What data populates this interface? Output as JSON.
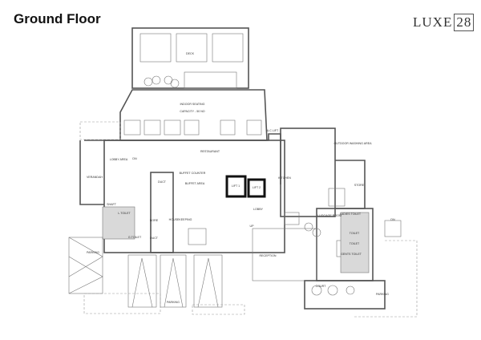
{
  "header": {
    "title": "Ground Floor",
    "logo_text": "LUXE",
    "logo_number": "28"
  },
  "rooms": {
    "deck": "DECK",
    "indoor_seating": "INDOOR SEATING",
    "capacity": "CAPACITY - 50 NO",
    "restaurant": "RESTAURANT",
    "lobby_area": "LOBBY AREA",
    "verandah": "VERANDAH",
    "buffet_area": "BUFFET AREA",
    "buffet_counter": "BUFFET COUNTER",
    "lift1": "LIFT 1",
    "lift2": "LIFT 2",
    "lobby": "LOBBY",
    "kitchen": "KITCHEN",
    "outdoor_washing": "OUTDOOR WASHING AREA",
    "store": "STORE",
    "luggage": "LUGGAGE ROOM",
    "ladies_toilet": "LADIES TOILET",
    "gents_toilet": "GENTS TOILET",
    "toilet1": "TOILET",
    "toilet2": "TOILET",
    "court": "COURT",
    "reception": "RECEPTION",
    "housekeeping": "HOUSEKEEPING",
    "duct1": "DUCT",
    "duct2": "DUCT",
    "bore": "BORE",
    "l_toilet": "L.TOILET",
    "g_toilet": "G.TOILET",
    "shaft": "SHAFT",
    "ac_lift": "A.C LIFT",
    "parking1": "PARKING",
    "parking2": "PARKING",
    "parking3": "PARKING",
    "up": "UP",
    "dn1": "DN",
    "dn2": "DN"
  }
}
